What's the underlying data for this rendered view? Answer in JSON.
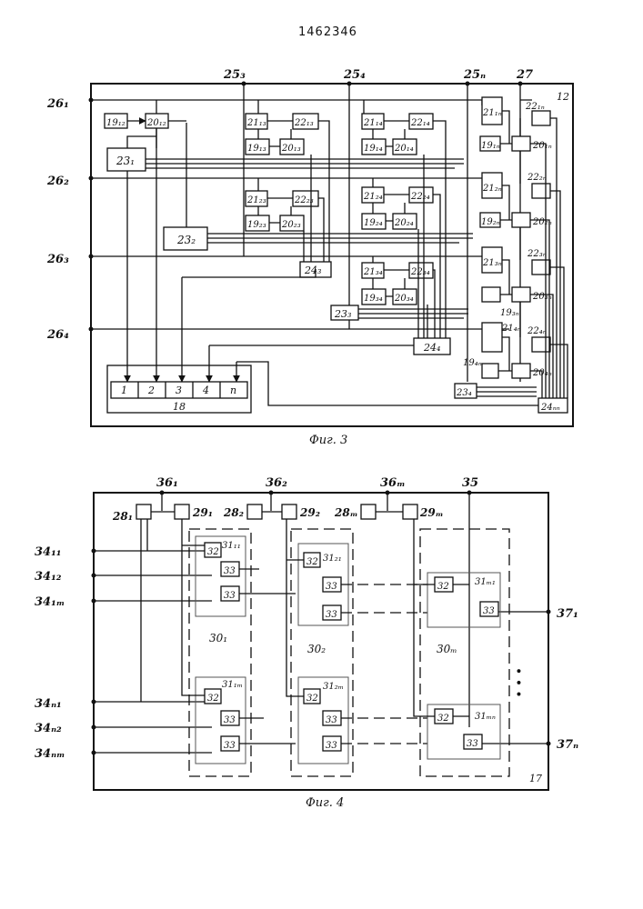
{
  "page_number": "1462346",
  "fig3": {
    "caption": "Фиг. 3",
    "frame_label": "12",
    "left_inputs": [
      "26₁",
      "26₂",
      "26₃",
      "26₄"
    ],
    "top_inputs": [
      "25₃",
      "25₄",
      "25ₙ",
      "27"
    ],
    "cells": {
      "c19_12": "19₁₂",
      "c20_12": "20₁₂",
      "c23_1": "23₁",
      "c23_2": "23₂",
      "c21_13": "21₁₃",
      "c22_13": "22₁₃",
      "c19_13": "19₁₃",
      "c20_13": "20₁₃",
      "c21_23": "21₂₃",
      "c22_23": "22₂₃",
      "c19_23": "19₂₃",
      "c20_23": "20₂₃",
      "c24_3": "24₃",
      "c21_14": "21₁₄",
      "c22_14": "22₁₄",
      "c19_14": "19₁₄",
      "c20_14": "20₁₄",
      "c21_24": "21₂₄",
      "c22_24": "22₂₄",
      "c19_24": "19₂₄",
      "c20_24": "20₂₄",
      "c21_34": "21₃₄",
      "c22_34": "22₃₄",
      "c19_34": "19₃₄",
      "c20_34": "20₃₄",
      "c23_3": "23₃",
      "c24_4": "24₄",
      "c21_1n": "21₁ₙ",
      "c22_1n": "22₁ₙ",
      "c19_1n": "19₁ₙ",
      "c20_1n": "20₁ₙ",
      "c21_2n": "21₂ₙ",
      "c22_2n": "22₂ₙ",
      "c19_2n": "19₂ₙ",
      "c20_2n": "20₂ₙ",
      "c21_3n": "21₃ₙ",
      "c22_3n": "22₃ₙ",
      "c19_3n": "19₃ₙ",
      "c20_3n": "20₃ₙ",
      "c21_4n": "21₄ₙ",
      "c22_4n": "22₄ₙ",
      "c19_4n": "19₄ₙ",
      "c20_4n": "20₄ₙ",
      "c23_4": "23₄",
      "c24_nn": "24ₙₙ"
    },
    "register": {
      "cells": [
        "1",
        "2",
        "3",
        "4",
        "n"
      ],
      "label": "18"
    }
  },
  "fig4": {
    "caption": "Фиг. 4",
    "frame_label": "17",
    "top_inputs": [
      "36₁",
      "36₂",
      "36ₘ",
      "35"
    ],
    "top_cells": [
      "28₁",
      "29₁",
      "28₂",
      "29₂",
      "28ₘ",
      "29ₘ"
    ],
    "left_inputs": [
      "34₁₁",
      "34₁₂",
      "34₁ₘ",
      "34ₙ₁",
      "34ₙ₂",
      "34ₙₘ"
    ],
    "outputs": [
      "37₁",
      "37ₙ"
    ],
    "groups": [
      "30₁",
      "30₂",
      "30ₘ"
    ],
    "subgroups": [
      "31₁₁",
      "31₁ₘ",
      "31₂₁",
      "31₂ₘ",
      "31ₘ₁",
      "31ₘₙ"
    ],
    "cell32": "32",
    "cell33": "33",
    "ellipsis": "• • •"
  }
}
